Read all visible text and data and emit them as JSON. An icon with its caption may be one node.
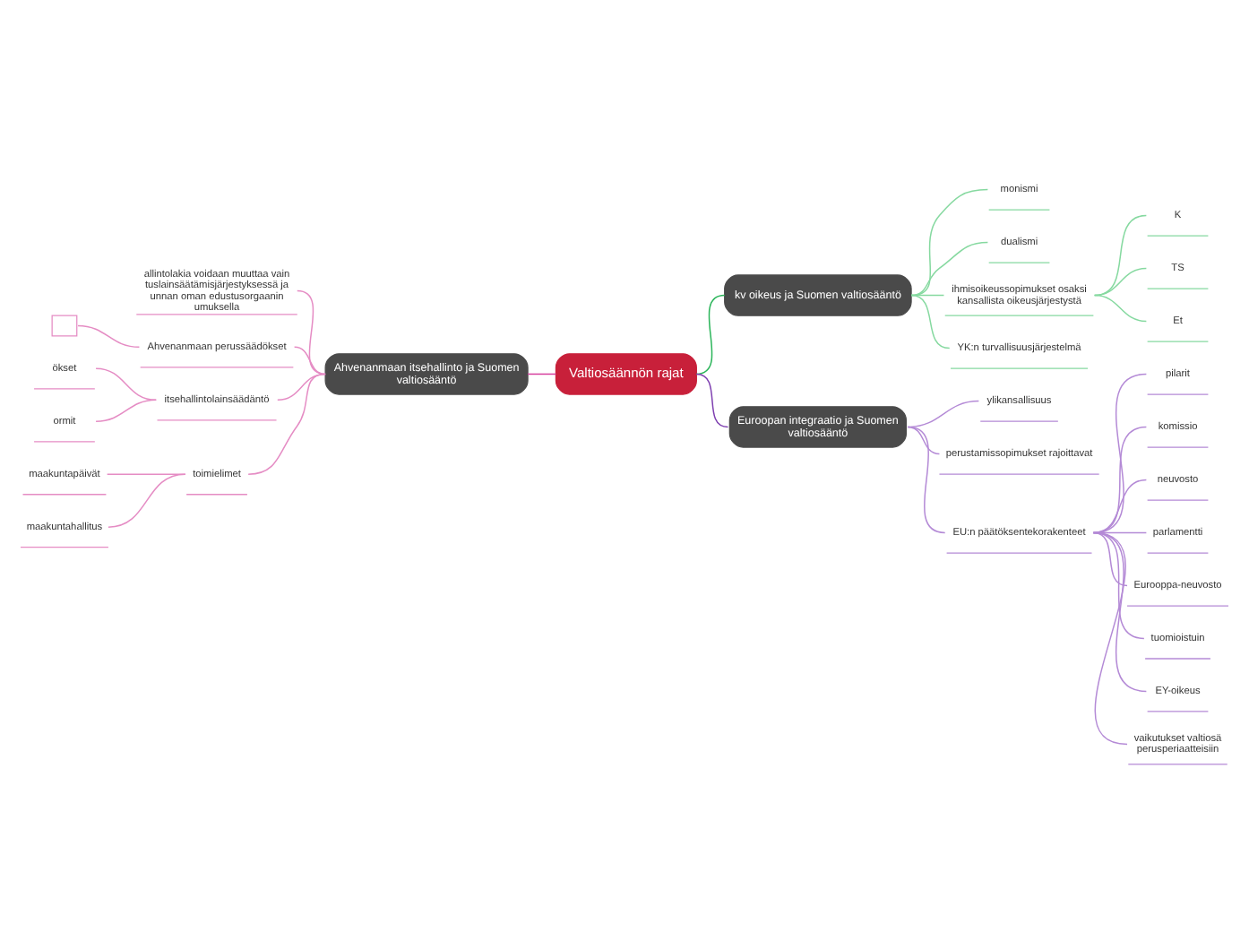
{
  "diagram": {
    "nodes": [
      {
        "text": [
          "Valtiosäännön rajat"
        ]
      },
      {
        "text": [
          "Ahvenanmaan itsehallinto ja Suomen valtiosääntö"
        ]
      },
      {
        "text": [
          "allintolakia voidaan muuttaa vain tuslainsäätämisjärjestyksessä ja unnan oman edustusorgaanin umuksella"
        ]
      },
      {
        "text": [
          "Ahvenanmaan perussäädökset"
        ]
      },
      {
        "text": [],
        "shape": "box"
      },
      {
        "text": [
          "itsehallintolainsäädäntö"
        ]
      },
      {
        "text": [
          "ökset"
        ]
      },
      {
        "text": [
          "ormit"
        ]
      },
      {
        "text": [
          "toimielimet"
        ]
      },
      {
        "text": [
          "maakuntapäivät"
        ]
      },
      {
        "text": [
          "maakuntahallitus"
        ]
      },
      {
        "text": [
          "kv oikeus ja Suomen valtiosääntö"
        ]
      },
      {
        "text": [
          "monismi"
        ]
      },
      {
        "text": [
          "dualismi"
        ]
      },
      {
        "text": [
          "ihmisoikeussopimukset osaksi kansallista oikeusjärjestystä"
        ]
      },
      {
        "text": [
          "K"
        ]
      },
      {
        "text": [
          "TS"
        ]
      },
      {
        "text": [
          "Et"
        ]
      },
      {
        "text": [
          "YK:n turvallisuusjärjestelmä"
        ]
      },
      {
        "text": [
          "Euroopan integraatio ja Suomen valtiosääntö"
        ]
      },
      {
        "text": [
          "ylikansallisuus"
        ]
      },
      {
        "text": [
          "perustamissopimukset rajoittavat"
        ]
      },
      {
        "text": [
          "EU:n päätöksentekorakenteet"
        ]
      },
      {
        "text": [
          "pilarit"
        ]
      },
      {
        "text": [
          "komissio"
        ]
      },
      {
        "text": [
          "neuvosto"
        ]
      },
      {
        "text": [
          "parlamentti"
        ]
      },
      {
        "text": [
          "Eurooppa-neuvosto"
        ]
      },
      {
        "text": [
          "tuomioistuin"
        ]
      },
      {
        "text": [
          "EY-oikeus"
        ]
      },
      {
        "text": [
          "vaikutukset valtiosä perusperiaatteisiin"
        ]
      }
    ],
    "edges": [
      {
        "from": 0,
        "to": 1,
        "arrow": "none",
        "color": "#d6409f"
      },
      {
        "from": 1,
        "to": 2,
        "arrow": "none",
        "color": "#e58cc4"
      },
      {
        "from": 1,
        "to": 3,
        "arrow": "none",
        "color": "#e58cc4"
      },
      {
        "from": 3,
        "to": 4,
        "arrow": "none",
        "color": "#e58cc4"
      },
      {
        "from": 1,
        "to": 5,
        "arrow": "none",
        "color": "#e58cc4"
      },
      {
        "from": 5,
        "to": 6,
        "arrow": "none",
        "color": "#e58cc4"
      },
      {
        "from": 5,
        "to": 7,
        "arrow": "none",
        "color": "#e58cc4"
      },
      {
        "from": 1,
        "to": 8,
        "arrow": "none",
        "color": "#e58cc4"
      },
      {
        "from": 8,
        "to": 9,
        "arrow": "none",
        "color": "#e58cc4"
      },
      {
        "from": 8,
        "to": 10,
        "arrow": "none",
        "color": "#e58cc4"
      },
      {
        "from": 0,
        "to": 11,
        "arrow": "none",
        "color": "#2bb55a"
      },
      {
        "from": 11,
        "to": 12,
        "arrow": "none",
        "color": "#86d9a0"
      },
      {
        "from": 11,
        "to": 13,
        "arrow": "none",
        "color": "#86d9a0"
      },
      {
        "from": 11,
        "to": 14,
        "arrow": "none",
        "color": "#86d9a0"
      },
      {
        "from": 14,
        "to": 15,
        "arrow": "none",
        "color": "#86d9a0"
      },
      {
        "from": 14,
        "to": 16,
        "arrow": "none",
        "color": "#86d9a0"
      },
      {
        "from": 14,
        "to": 17,
        "arrow": "none",
        "color": "#86d9a0"
      },
      {
        "from": 11,
        "to": 18,
        "arrow": "none",
        "color": "#86d9a0"
      },
      {
        "from": 0,
        "to": 19,
        "arrow": "none",
        "color": "#7e3fb0"
      },
      {
        "from": 19,
        "to": 20,
        "arrow": "none",
        "color": "#b48ad6"
      },
      {
        "from": 19,
        "to": 21,
        "arrow": "none",
        "color": "#b48ad6"
      },
      {
        "from": 19,
        "to": 22,
        "arrow": "none",
        "color": "#b48ad6"
      },
      {
        "from": 22,
        "to": 23,
        "arrow": "none",
        "color": "#b48ad6"
      },
      {
        "from": 22,
        "to": 24,
        "arrow": "none",
        "color": "#b48ad6"
      },
      {
        "from": 22,
        "to": 25,
        "arrow": "none",
        "color": "#b48ad6"
      },
      {
        "from": 22,
        "to": 26,
        "arrow": "none",
        "color": "#b48ad6"
      },
      {
        "from": 22,
        "to": 27,
        "arrow": "none",
        "color": "#b48ad6"
      },
      {
        "from": 22,
        "to": 28,
        "arrow": "none",
        "color": "#b48ad6"
      },
      {
        "from": 22,
        "to": 29,
        "arrow": "none",
        "color": "#b48ad6"
      },
      {
        "from": 22,
        "to": 30,
        "arrow": "none",
        "color": "#b48ad6"
      }
    ]
  }
}
